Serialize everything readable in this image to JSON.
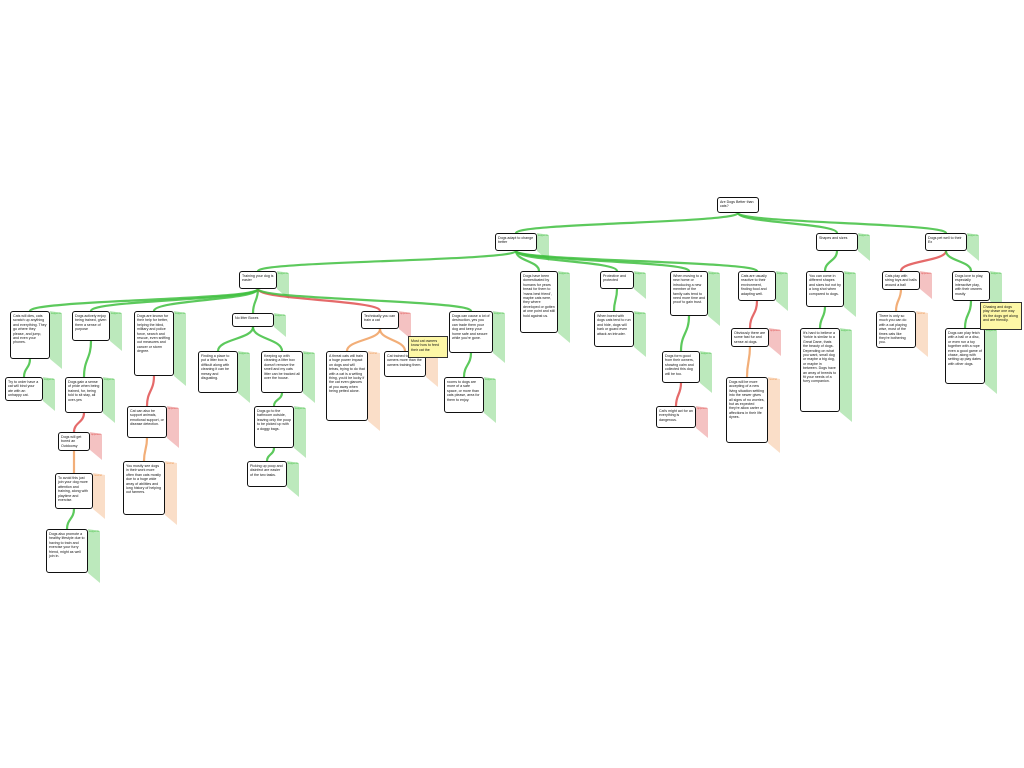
{
  "colors": {
    "supports": "#3fbf3f",
    "opposes": "#e05050",
    "neutral": "#f0a060"
  },
  "nodes": [
    {
      "id": "root",
      "text": "Are Dogs Better than cats?",
      "tag": "",
      "kind": "supports"
    },
    {
      "id": "adapt",
      "text": "Dogs adapt to change better",
      "tag": "supports",
      "kind": "supports"
    },
    {
      "id": "shapes",
      "text": "Shapes and sizes",
      "tag": "supports",
      "kind": "supports"
    },
    {
      "id": "petwell",
      "text": "Dogs pet well to their Ex",
      "tag": "supports",
      "kind": "supports"
    },
    {
      "id": "training",
      "text": "Training your dog is easier",
      "tag": "supports",
      "kind": "supports"
    },
    {
      "id": "bred",
      "text": "Dogs have been domesticated by humans for years bread for them to 'mans best friend', maybe cats were, they where developed or gotten at one point and still hold against us.",
      "tag": "supports",
      "kind": "supports"
    },
    {
      "id": "protective",
      "text": "Protective and protected",
      "tag": "supports",
      "kind": "supports"
    },
    {
      "id": "moving",
      "text": "When moving to a new home or introducing a new member of the family cats tend to need more time and proof to gain trust.",
      "tag": "supports",
      "kind": "supports"
    },
    {
      "id": "catsreactive",
      "text": "Cats are usually reactive to their environment, finding food and adapting well.",
      "tag": "supports",
      "kind": "supports"
    },
    {
      "id": "catscome",
      "text": "You can come in different shapes and sizes but not by a long shot when compared to dogs.",
      "tag": "supports",
      "kind": "supports"
    },
    {
      "id": "catsplay",
      "text": "Cats play with string toys and balls around a ball",
      "tag": "opposes",
      "kind": "opposes"
    },
    {
      "id": "dogslove",
      "text": "Dogs love to play, especially interactive play, with their owners mostly",
      "tag": "supports",
      "kind": "supports"
    },
    {
      "id": "catslit",
      "text": "Cats will dies, cats scratch up anything and everything. They go where they please, and jump, and even your phones.",
      "tag": "supports",
      "kind": "supports"
    },
    {
      "id": "dogsactively",
      "text": "Dogs actively enjoy being trained, given them a sense of purpose",
      "tag": "supports",
      "kind": "supports"
    },
    {
      "id": "dogsknown",
      "text": "Dogs are known for their help for better, helping the blind, military and police force, search and rescue, even sniffing out measures and cancer or storm degree.",
      "tag": "supports",
      "kind": "supports"
    },
    {
      "id": "notlitter",
      "text": "No litter Boxes",
      "tag": "supports",
      "kind": "supports"
    },
    {
      "id": "techyou",
      "text": "Technically you can train a cat",
      "tag": "opposes",
      "kind": "opposes"
    },
    {
      "id": "dogsource",
      "text": "Dogs can cause a lot of destruction, yes you can trade them your dog and keep your home safe and secure while you're gone.",
      "tag": "supports",
      "kind": "supports"
    },
    {
      "id": "cryorder",
      "text": "Try to order have a cat will bind your ate with an unhappy cat.",
      "tag": "supports",
      "kind": "supports"
    },
    {
      "id": "dogsgain",
      "text": "Dogs gain a sense of pride when being trained, for, being told to sit stay, all over-yes",
      "tag": "supports",
      "kind": "supports"
    },
    {
      "id": "dogswillget",
      "text": "Dogs will get bored an Outdoorsy",
      "tag": "opposes",
      "kind": "opposes"
    },
    {
      "id": "toavoid",
      "text": "To avoid this just join your dog more attention and training, along with playtime and exercise.",
      "tag": "neutral",
      "kind": "neutral"
    },
    {
      "id": "dogsalso",
      "text": "Dogs also promote a healthy lifestyle due to having to train and exercise your furry friend, might as well join in.",
      "tag": "supports",
      "kind": "supports"
    },
    {
      "id": "catcanalso",
      "text": "Cat can also be support animals, emotional support, or disease detection.",
      "tag": "opposes",
      "kind": "opposes"
    },
    {
      "id": "youmostly",
      "text": "You mostly see dogs in their work more often than cats mostly due to a huge wide array of abilities and long history of helping out farmers.",
      "tag": "neutral",
      "kind": "neutral"
    },
    {
      "id": "findingplace",
      "text": "Finding a place to put a litter box is difficult along with cleaning it can be messy and disgusting.",
      "tag": "supports",
      "kind": "supports"
    },
    {
      "id": "keepingup",
      "text": "Keeping up with cleaning a litter box doesn't remove the smell and my cats litter can be tracked all over the house.",
      "tag": "supports",
      "kind": "supports"
    },
    {
      "id": "dogsgoto",
      "text": "Dogs go to the bathroom outside, leaving only the poop to be picked up with a doggy bags.",
      "tag": "supports",
      "kind": "supports"
    },
    {
      "id": "pickingup",
      "text": "Picking up poop and disinfect are easier of the two tasks.",
      "tag": "supports",
      "kind": "supports"
    },
    {
      "id": "athreatcats",
      "text": "A threat cats will train a huge power impact on dogs and will tetras, trying to do that with a cat is a writing thing, you'd be lucky if the cat even glances at you away when being petted alone.",
      "tag": "neutral",
      "kind": "neutral"
    },
    {
      "id": "cattrained",
      "text": "Cat trained to obey owners more than the owners training them.",
      "tag": "neutral",
      "kind": "neutral"
    },
    {
      "id": "iwater",
      "text": "rooms to dogs are more of a safe space, or more than cats please, area for them to enjoy.",
      "tag": "supports",
      "kind": "supports"
    },
    {
      "id": "whenbored",
      "text": "When bored with dogs cats tend to run and hide, dogs will bark or guard even attack an intruder.",
      "tag": "supports",
      "kind": "supports"
    },
    {
      "id": "dogsfromgood",
      "text": "Dogs form good from their owners, showing calm and collected this dog will be too.",
      "tag": "supports",
      "kind": "supports"
    },
    {
      "id": "catsmight",
      "text": "Cat's might act for an everything is dangerous.",
      "tag": "opposes",
      "kind": "opposes"
    },
    {
      "id": "obviously",
      "text": "Obviously there are some fast fur and sense at dogs.",
      "tag": "opposes",
      "kind": "opposes"
    },
    {
      "id": "dogswillbe",
      "text": "Dogs will be more accepting of a new living situation settling into the newer gives all signs of no worries, but as expected they're allow carter or affections in their life dynes.",
      "tag": "neutral",
      "kind": "neutral"
    },
    {
      "id": "itshard",
      "text": "It's hard to believe a Yorkie is similar to a Great Dane, thats the beauty of dogs. Depending on what you want, small dog or maybe a big dog, or maybe in between. Dogs have an array of breeds to fit your needs of a furry companion.",
      "tag": "supports",
      "kind": "supports"
    },
    {
      "id": "thereisonly",
      "text": "There is only so much you can do with a cat playing wise, most of the times cats like they're bothering you.",
      "tag": "neutral",
      "kind": "neutral"
    },
    {
      "id": "dogscanplay",
      "text": "Dogs can play fetch with a ball or a disc, or even run a toy together with a rope even a good game of chase, along with setting up play dates with other dogs.",
      "tag": "supports",
      "kind": "supports"
    }
  ],
  "notes": [
    {
      "id": "note_train",
      "text": "Most cat owners know how to feed their cat the"
    },
    {
      "id": "note_play",
      "text": "Chasing and dogs play chase one way it's the dogs get along and are friendly."
    }
  ]
}
